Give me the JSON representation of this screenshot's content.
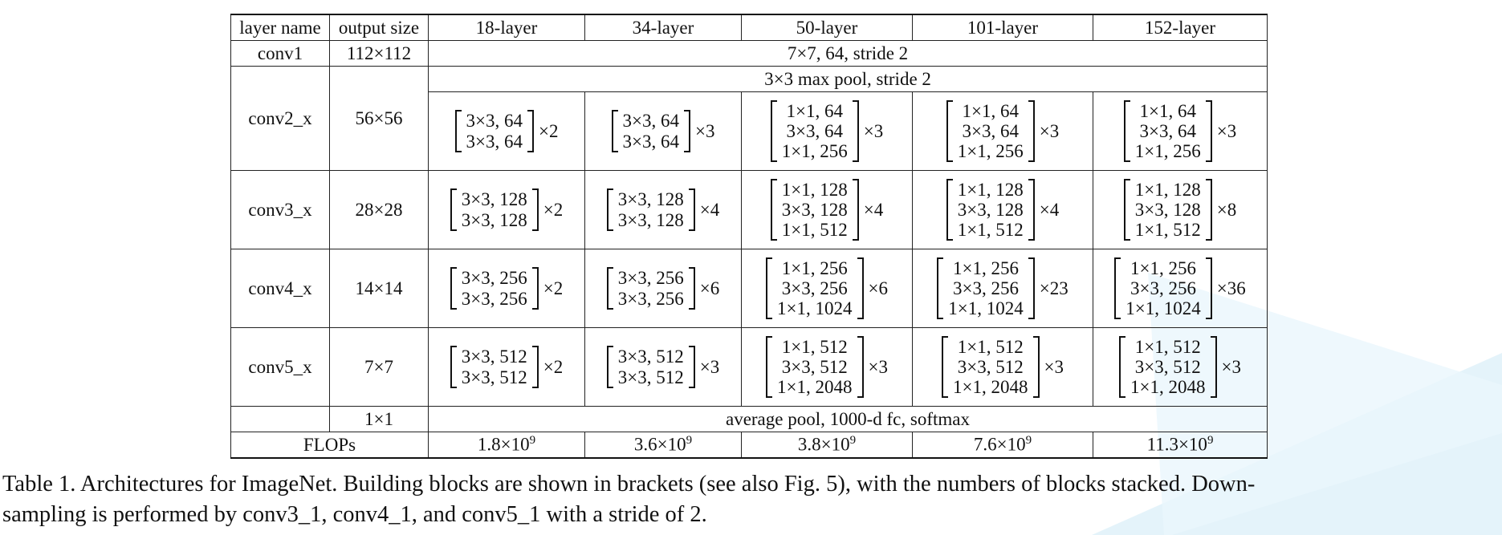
{
  "table": {
    "header": [
      "layer name",
      "output size",
      "18-layer",
      "34-layer",
      "50-layer",
      "101-layer",
      "152-layer"
    ],
    "conv1": {
      "name": "conv1",
      "output": "112×112",
      "spec": "7×7, 64, stride 2"
    },
    "maxpool": {
      "spec": "3×3 max pool, stride 2"
    },
    "stages": [
      {
        "name": "conv2_x",
        "output": "56×56",
        "blocks": [
          {
            "lines": [
              "3×3, 64",
              "3×3, 64"
            ],
            "mult": "×2"
          },
          {
            "lines": [
              "3×3, 64",
              "3×3, 64"
            ],
            "mult": "×3"
          },
          {
            "lines": [
              "1×1, 64",
              "3×3, 64",
              "1×1, 256"
            ],
            "mult": "×3"
          },
          {
            "lines": [
              "1×1, 64",
              "3×3, 64",
              "1×1, 256"
            ],
            "mult": "×3"
          },
          {
            "lines": [
              "1×1, 64",
              "3×3, 64",
              "1×1, 256"
            ],
            "mult": "×3"
          }
        ]
      },
      {
        "name": "conv3_x",
        "output": "28×28",
        "blocks": [
          {
            "lines": [
              "3×3, 128",
              "3×3, 128"
            ],
            "mult": "×2"
          },
          {
            "lines": [
              "3×3, 128",
              "3×3, 128"
            ],
            "mult": "×4"
          },
          {
            "lines": [
              "1×1, 128",
              "3×3, 128",
              "1×1, 512"
            ],
            "mult": "×4"
          },
          {
            "lines": [
              "1×1, 128",
              "3×3, 128",
              "1×1, 512"
            ],
            "mult": "×4"
          },
          {
            "lines": [
              "1×1, 128",
              "3×3, 128",
              "1×1, 512"
            ],
            "mult": "×8"
          }
        ]
      },
      {
        "name": "conv4_x",
        "output": "14×14",
        "blocks": [
          {
            "lines": [
              "3×3, 256",
              "3×3, 256"
            ],
            "mult": "×2"
          },
          {
            "lines": [
              "3×3, 256",
              "3×3, 256"
            ],
            "mult": "×6"
          },
          {
            "lines": [
              "1×1, 256",
              "3×3, 256",
              "1×1, 1024"
            ],
            "mult": "×6"
          },
          {
            "lines": [
              "1×1, 256",
              "3×3, 256",
              "1×1, 1024"
            ],
            "mult": "×23"
          },
          {
            "lines": [
              "1×1, 256",
              "3×3, 256",
              "1×1, 1024"
            ],
            "mult": "×36"
          }
        ]
      },
      {
        "name": "conv5_x",
        "output": "7×7",
        "blocks": [
          {
            "lines": [
              "3×3, 512",
              "3×3, 512"
            ],
            "mult": "×2"
          },
          {
            "lines": [
              "3×3, 512",
              "3×3, 512"
            ],
            "mult": "×3"
          },
          {
            "lines": [
              "1×1, 512",
              "3×3, 512",
              "1×1, 2048"
            ],
            "mult": "×3"
          },
          {
            "lines": [
              "1×1, 512",
              "3×3, 512",
              "1×1, 2048"
            ],
            "mult": "×3"
          },
          {
            "lines": [
              "1×1, 512",
              "3×3, 512",
              "1×1, 2048"
            ],
            "mult": "×3"
          }
        ]
      }
    ],
    "final": {
      "output": "1×1",
      "spec": "average pool, 1000-d fc, softmax"
    },
    "flops": {
      "label": "FLOPs",
      "values": [
        {
          "mantissa": "1.8×10",
          "exp": "9"
        },
        {
          "mantissa": "3.6×10",
          "exp": "9"
        },
        {
          "mantissa": "3.8×10",
          "exp": "9"
        },
        {
          "mantissa": "7.6×10",
          "exp": "9"
        },
        {
          "mantissa": "11.3×10",
          "exp": "9"
        }
      ]
    }
  },
  "caption": {
    "line1": "Table 1. Architectures for ImageNet. Building blocks are shown in brackets (see also Fig. 5), with the numbers of blocks stacked. Down-",
    "line2": "sampling is performed by conv3_1, conv4_1, and conv5_1 with a stride of 2."
  },
  "colors": {
    "background_triangle": "#d9eef8",
    "text": "#111111"
  }
}
